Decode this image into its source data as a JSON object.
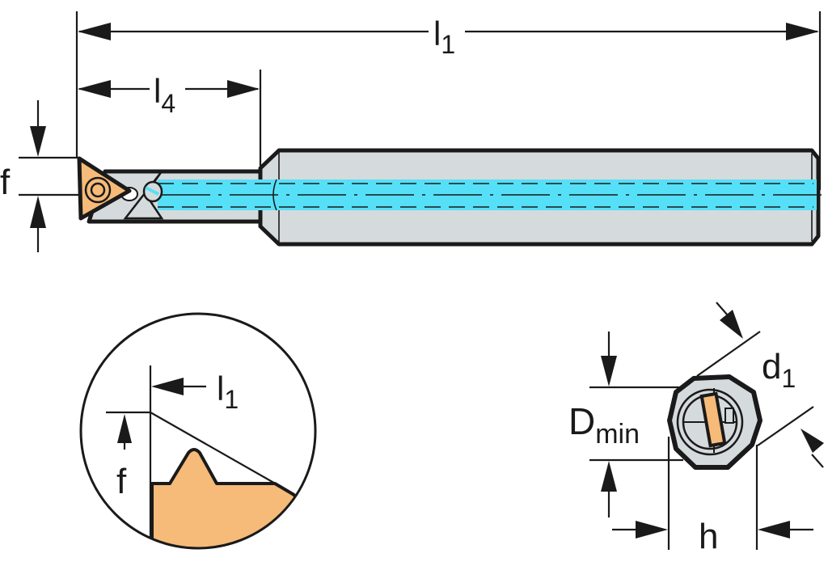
{
  "figure": {
    "title": "Boring bar with triangular threading insert — dimension drawing",
    "colors": {
      "line": "#1a1a1a",
      "body": "#d5dadd",
      "coolant": "#55e0f8",
      "insert": "#f6bb78",
      "background": "#ffffff"
    }
  },
  "side_view": {
    "labels": {
      "overall_length": {
        "main": "l",
        "sub": "1"
      },
      "head_length": {
        "main": "l",
        "sub": "4"
      },
      "offset": "f"
    },
    "parts": [
      "triangular-insert",
      "clamp-screw",
      "neck",
      "chamfer",
      "shank",
      "coolant-channel"
    ]
  },
  "detail_view": {
    "labels": {
      "length_ref": {
        "main": "l",
        "sub": "1"
      },
      "offset": "f"
    }
  },
  "end_view": {
    "labels": {
      "shank_diameter": {
        "main": "d",
        "sub": "1"
      },
      "min_bore": {
        "main": "D",
        "sub": "min"
      },
      "height": "h"
    }
  }
}
